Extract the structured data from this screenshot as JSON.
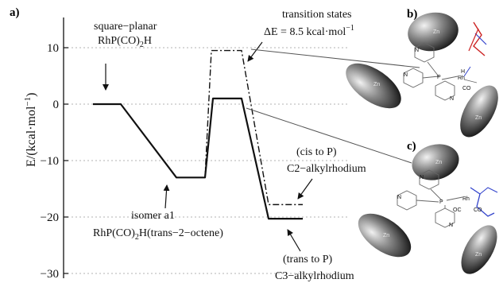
{
  "panels": {
    "a": "a)",
    "b": "b)",
    "c": "c)"
  },
  "chart_data": {
    "type": "line",
    "ylabel_base": "E/(kcal·mol",
    "ylabel_exp": "−1",
    "ylabel_end": ")",
    "ylim": [
      -30,
      15
    ],
    "yticks": [
      10,
      0,
      -10,
      -20,
      -30
    ],
    "ytick_labels": [
      "10",
      "0",
      "−10",
      "−20",
      "−30"
    ],
    "grid": "dotted horizontal",
    "series": [
      {
        "style": "solid",
        "levels": [
          0,
          -13,
          1,
          -20.3
        ]
      },
      {
        "style": "dash-dot",
        "levels": [
          9.5,
          -17.8
        ]
      }
    ]
  },
  "annotations": {
    "square_planar_1": "square−planar",
    "square_planar_2": "RhP(CO)",
    "square_planar_2_sub": "2",
    "square_planar_2_end": "H",
    "ts_1": "transition states",
    "ts_2": "ΔE = 8.5 kcal·mol",
    "ts_2_exp": "−1",
    "cis_1": "(cis to P)",
    "cis_2": "C2−alkylrhodium",
    "isomer_1": "isomer a1",
    "isomer_2": "RhP(CO)",
    "isomer_2_sub": "2",
    "isomer_2_end": "H(trans−2−octene)",
    "trans_1": "(trans to P)",
    "trans_2": "C3−alkylrhodium"
  },
  "molecule_b": {
    "zn1": "Zn",
    "zn2": "Zn",
    "zn3": "Zn",
    "p": "P",
    "rh": "Rh",
    "h": "H",
    "co": "CO",
    "n1": "N",
    "n2": "N",
    "n3": "N"
  },
  "molecule_c": {
    "zn1": "Zn",
    "zn2": "Zn",
    "zn3": "Zn",
    "p": "P",
    "rh": "Rh",
    "oc": "OC",
    "co": "CO",
    "n1": "N",
    "n2": "N",
    "n3": "N"
  }
}
